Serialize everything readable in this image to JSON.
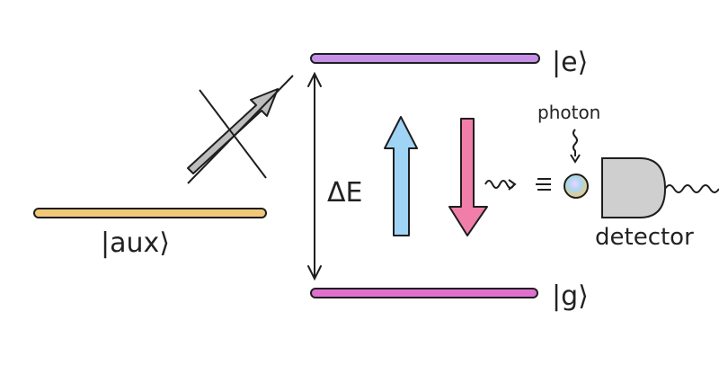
{
  "labels": {
    "excited": "|e⟩",
    "ground": "|g⟩",
    "aux": "|aux⟩",
    "energy_gap": "ΔE",
    "photon": "photon",
    "detector": "detector"
  },
  "colors": {
    "excited_level": "#c690e8",
    "ground_level": "#e070d0",
    "aux_level": "#f0c878",
    "up_arrow": "#9fd4f5",
    "down_arrow": "#f07ea8",
    "crossed_arrow": "#bdbdbd",
    "detector": "#cfcfcf",
    "stroke": "#1e1e1e"
  }
}
